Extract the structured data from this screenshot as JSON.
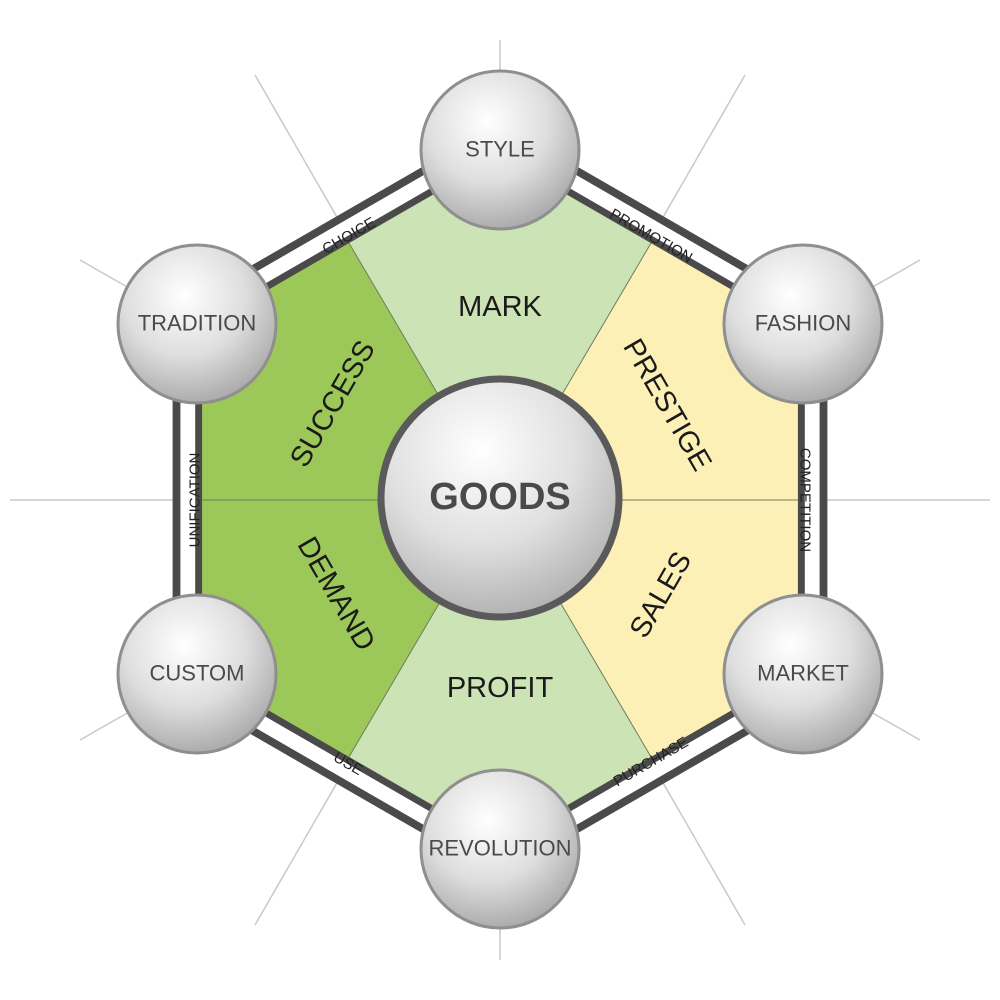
{
  "center": {
    "label": "GOODS"
  },
  "nodes": [
    {
      "id": "style",
      "label": "STYLE"
    },
    {
      "id": "fashion",
      "label": "FASHION"
    },
    {
      "id": "market",
      "label": "MARKET"
    },
    {
      "id": "revolution",
      "label": "REVOLUTION"
    },
    {
      "id": "custom",
      "label": "CUSTOM"
    },
    {
      "id": "tradition",
      "label": "TRADITION"
    }
  ],
  "edges": [
    {
      "id": "promotion",
      "label": "PROMOTION"
    },
    {
      "id": "competition",
      "label": "COMPETITION"
    },
    {
      "id": "purchase",
      "label": "PURCHASE"
    },
    {
      "id": "use",
      "label": "USE"
    },
    {
      "id": "unification",
      "label": "UNIFICATION"
    },
    {
      "id": "choice",
      "label": "CHOICE"
    }
  ],
  "sectors": [
    {
      "id": "mark",
      "label": "MARK",
      "color": "#cce3b5"
    },
    {
      "id": "prestige",
      "label": "PRESTIGE",
      "color": "#fcf0b6"
    },
    {
      "id": "sales",
      "label": "SALES",
      "color": "#fcf0b6"
    },
    {
      "id": "profit",
      "label": "PROFIT",
      "color": "#cce3b5"
    },
    {
      "id": "demand",
      "label": "DEMAND",
      "color": "#9cc85a"
    },
    {
      "id": "success",
      "label": "SUCCESS",
      "color": "#9cc85a"
    }
  ]
}
